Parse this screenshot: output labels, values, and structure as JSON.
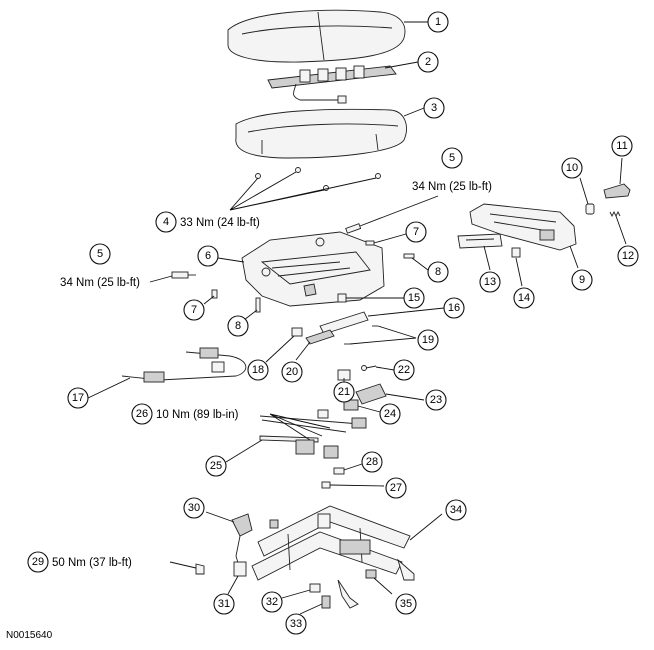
{
  "document_id": "N0015640",
  "callouts": [
    "1",
    "2",
    "3",
    "4",
    "5",
    "6",
    "7",
    "8",
    "9",
    "10",
    "11",
    "12",
    "13",
    "14",
    "15",
    "16",
    "17",
    "18",
    "19",
    "20",
    "21",
    "22",
    "23",
    "24",
    "25",
    "26",
    "27",
    "28",
    "29",
    "30",
    "31",
    "32",
    "33",
    "34",
    "35"
  ],
  "torque_labels": {
    "t4": "33 Nm (24 lb-ft)",
    "t5_right": "34 Nm (25 lb-ft)",
    "t5_left": "34 Nm (25 lb-ft)",
    "t26": "10 Nm (89 lb-in)",
    "t29": "50 Nm (37 lb-ft)"
  }
}
